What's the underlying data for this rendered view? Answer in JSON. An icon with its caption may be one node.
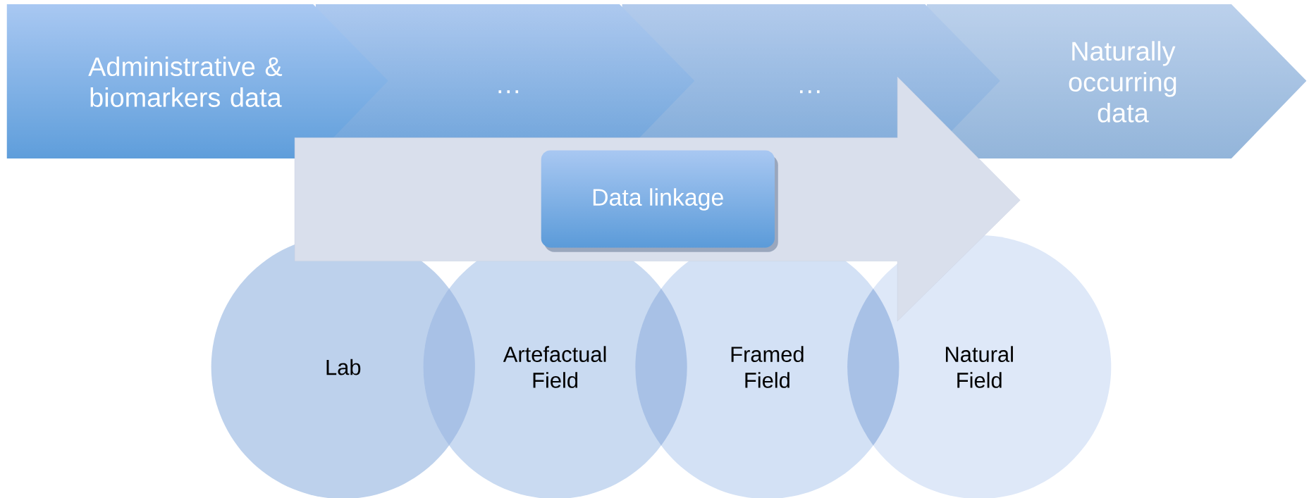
{
  "diagram": {
    "nodes": [
      {
        "text": [
          "Administrative & biomarkers data"
        ]
      },
      {
        "text": [
          "…"
        ]
      },
      {
        "text": [
          "…"
        ]
      },
      {
        "text": [
          "Naturally occurring data"
        ]
      },
      {
        "text": [],
        "shape": "arrow"
      },
      {
        "text": [
          "Data linkage"
        ],
        "in": 4
      },
      {
        "text": [
          "Lab"
        ]
      },
      {
        "text": [
          "Artefactual Field"
        ]
      },
      {
        "text": [
          "Framed Field"
        ]
      },
      {
        "text": [
          "Natural Field"
        ]
      }
    ]
  }
}
